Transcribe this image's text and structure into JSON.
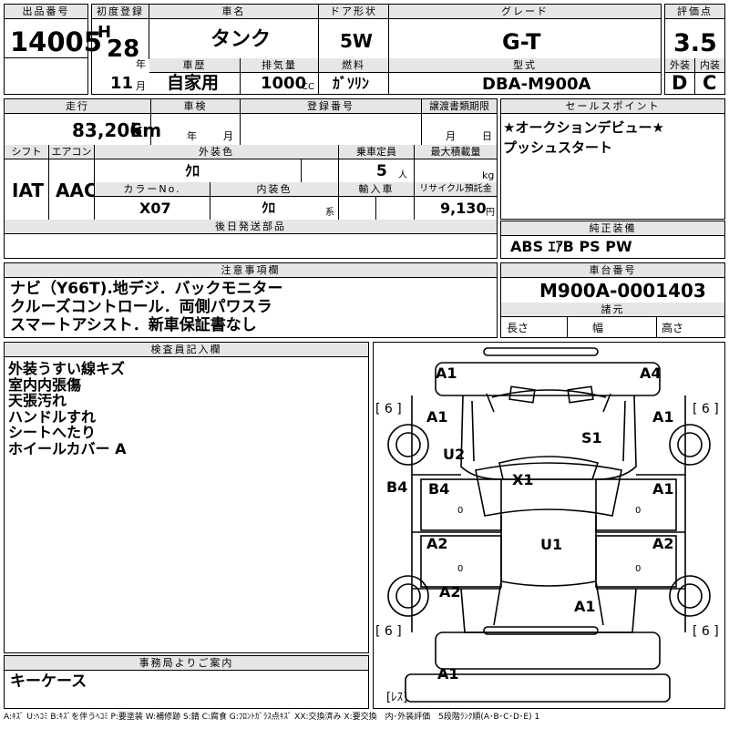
{
  "header": {
    "lot_label": "出品番号",
    "lot_no": "14005",
    "reg_label": "初度登録",
    "era": "H",
    "reg_year": "28",
    "year_unit": "年",
    "reg_month": "11",
    "month_unit": "月",
    "name_label": "車名",
    "car_name": "タンク",
    "door_label": "ドア形状",
    "door": "5W",
    "grade_label": "グレード",
    "grade": "G-T",
    "score_label": "評価点",
    "score": "3.5",
    "history_label": "車歴",
    "history": "自家用",
    "disp_label": "排気量",
    "disp": "1000",
    "disp_unit": "CC",
    "fuel_label": "燃料",
    "fuel": "ｶﾞｿﾘﾝ",
    "model_label": "型式",
    "model": "DBA-M900A",
    "ext_label": "外装",
    "ext_grade": "D",
    "int_label": "内装",
    "int_grade": "C"
  },
  "row2": {
    "mileage_label": "走行",
    "mileage": "83,206",
    "mileage_unit": "km",
    "inspect_label": "車検",
    "inspect_year_unit": "年",
    "inspect_month_unit": "月",
    "regno_label": "登録番号",
    "transfer_label": "譲渡書類期限",
    "transfer_month_unit": "月",
    "transfer_day_unit": "日",
    "shift_label": "シフト",
    "shift": "IAT",
    "ac_label": "エアコン",
    "ac": "AAC",
    "color_label": "外装色",
    "color": "ｸﾛ",
    "seats_label": "乗車定員",
    "seats": "5",
    "seats_unit": "人",
    "load_label": "最大積載量",
    "load_unit": "kg",
    "colorno_label": "カラーNo.",
    "colorno": "X07",
    "interior_label": "内装色",
    "interior": "ｸﾛ",
    "interior_unit": "系",
    "import_label": "輸入車",
    "recycle_label": "リサイクル預託金",
    "recycle": "9,130",
    "recycle_unit": "円",
    "later_label": "後日発送部品"
  },
  "sales": {
    "label": "セールスポイント",
    "lines": [
      "★オークションデビュー★",
      "プッシュスタート"
    ]
  },
  "equipment": {
    "label": "純正装備",
    "value": "ABS ｴｱB PS PW"
  },
  "notes": {
    "label": "注意事項欄",
    "lines": [
      "ナビ（Y66T).地デジ．バックモニター",
      "クルーズコントロール．両側パワスラ",
      "スマートアシスト．新車保証書なし"
    ]
  },
  "chassis": {
    "label": "車台番号",
    "value": "M900A-0001403",
    "spec_label": "諸元",
    "length_label": "長さ",
    "width_label": "幅",
    "height_label": "高さ"
  },
  "inspector": {
    "label": "検査員記入欄",
    "lines": [
      "外装うすい線キズ",
      "室内内張傷",
      "天張汚れ",
      "ハンドルすれ",
      "シートへたり",
      "ホイールカバー A"
    ]
  },
  "office": {
    "label": "事務局よりご案内",
    "value": "キーケース"
  },
  "diagram": {
    "marks": {
      "front_left": "A1",
      "front_right": "A4",
      "fender_left": "A1",
      "fender_right": "A1",
      "roof": "S1",
      "pillar_left": "U2",
      "windshield": "X1",
      "side_left": "B4",
      "door_fl": "B4",
      "door_fr": "A1",
      "floor": "U1",
      "door_rl": "A2",
      "door_rr": "A2",
      "rear_left": "A2",
      "rear_right": "A1",
      "rear_bumper": "A1"
    },
    "tire_fl": "[ 6 ]",
    "tire_fr": "[ 6 ]",
    "tire_rl": "[ 6 ]",
    "tire_rr": "[ 6 ]",
    "seat_fl": "0",
    "seat_fr": "0",
    "seat_rl": "0",
    "seat_rr": "0",
    "spare": "[ﾚｽ]"
  },
  "legend": "A:ｷｽﾞ U:ﾍｺﾐ B:ｷｽﾞを伴うﾍｺﾐ P:要塗装 W:補修跡 S:錆 C:腐食 G:ﾌﾛﾝﾄｶﾞﾗｽ点ｷｽﾞ XX:交換済み X:要交換　内･外装評価　5段階ﾗﾝｸ順(A･B･C･D･E) 1"
}
